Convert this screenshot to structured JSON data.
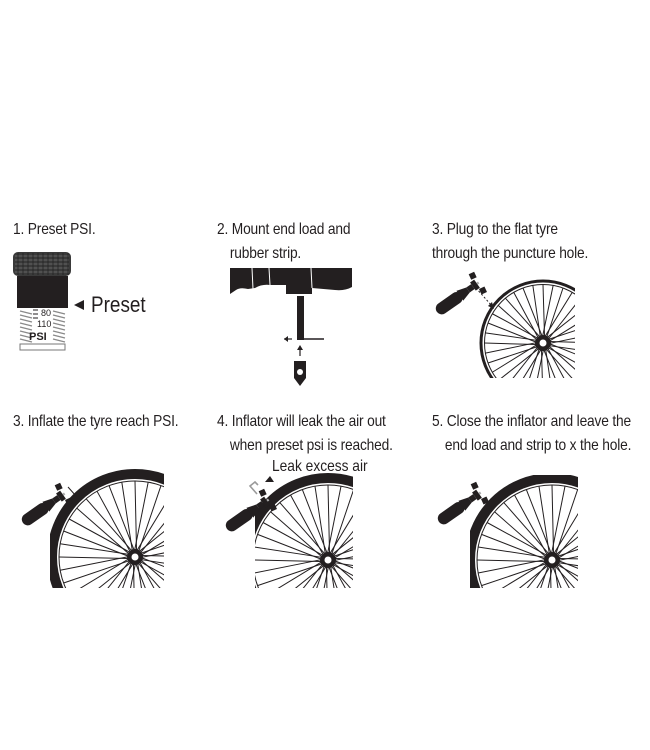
{
  "steps": [
    {
      "number": "1.",
      "lines": [
        "1. Preset PSI."
      ],
      "illustration": "preset-cap",
      "annotation": "Preset",
      "gauge": {
        "marks": [
          "80",
          "110"
        ],
        "unit": "PSI"
      }
    },
    {
      "number": "2.",
      "lines": [
        "2. Mount end load and",
        "rubber strip."
      ],
      "illustration": "mount-end-load"
    },
    {
      "number": "3.",
      "lines": [
        "3. Plug to the flat tyre",
        "through the puncture hole."
      ],
      "illustration": "plug-wheel"
    },
    {
      "number": "3.",
      "lines": [
        "3. Inflate the tyre reach PSI."
      ],
      "illustration": "inflate-wheel"
    },
    {
      "number": "4.",
      "lines": [
        "4. Inflator will leak the air out",
        "when preset psi is reached."
      ],
      "illustration": "leak-wheel",
      "annotation": "Leak excess air"
    },
    {
      "number": "5.",
      "lines": [
        "5. Close the inflator and leave  the",
        "end load and strip to x the hole."
      ],
      "illustration": "close-wheel"
    }
  ],
  "colors": {
    "ink": "#231f20",
    "background": "#ffffff",
    "vent": "#9a9a9a"
  }
}
